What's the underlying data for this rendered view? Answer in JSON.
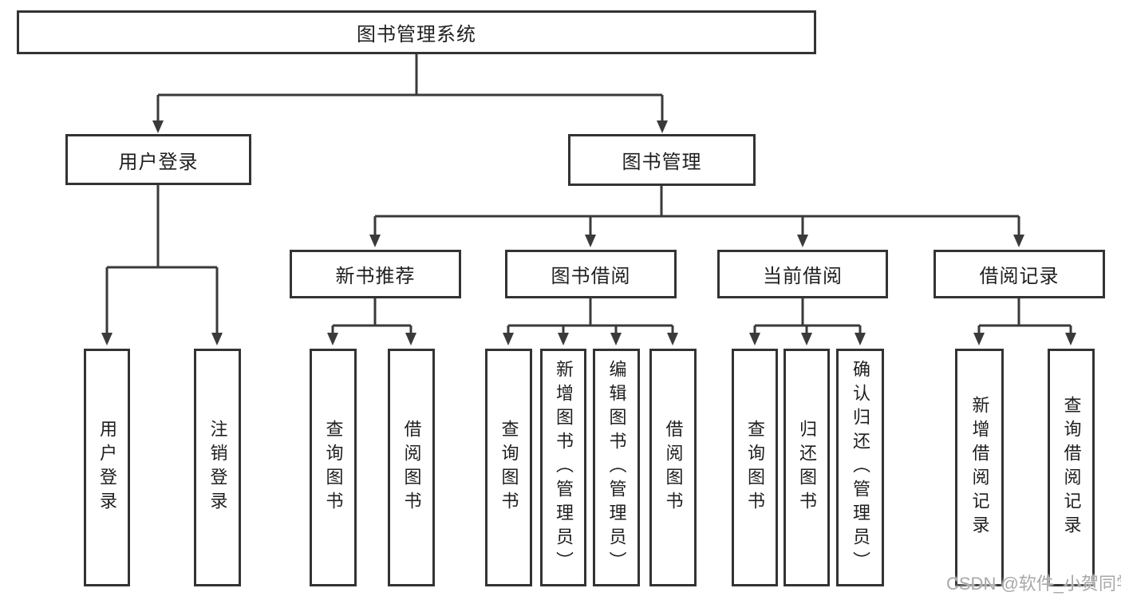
{
  "colors": {
    "line": "#3a3a3a",
    "box_border": "#333333",
    "text": "#1f1f1f",
    "background": "#ffffff",
    "watermark": "#a8a8a8"
  },
  "root": {
    "label": "图书管理系统"
  },
  "branches": [
    {
      "label": "用户登录",
      "children": [
        {
          "label": "用户登录"
        },
        {
          "label": "注销登录"
        }
      ]
    },
    {
      "label": "图书管理",
      "children": [
        {
          "label": "新书推荐",
          "children": [
            {
              "label": "查询图书"
            },
            {
              "label": "借阅图书"
            }
          ]
        },
        {
          "label": "图书借阅",
          "children": [
            {
              "label": "查询图书"
            },
            {
              "label": "新增图书（管理员）"
            },
            {
              "label": "编辑图书（管理员）"
            },
            {
              "label": "借阅图书"
            }
          ]
        },
        {
          "label": "当前借阅",
          "children": [
            {
              "label": "查询图书"
            },
            {
              "label": "归还图书"
            },
            {
              "label": "确认归还（管理员）"
            }
          ]
        },
        {
          "label": "借阅记录",
          "children": [
            {
              "label": "新增借阅记录"
            },
            {
              "label": "查询借阅记录"
            }
          ]
        }
      ]
    }
  ],
  "watermark": {
    "text": "CSDN @软件_小贺同学"
  }
}
